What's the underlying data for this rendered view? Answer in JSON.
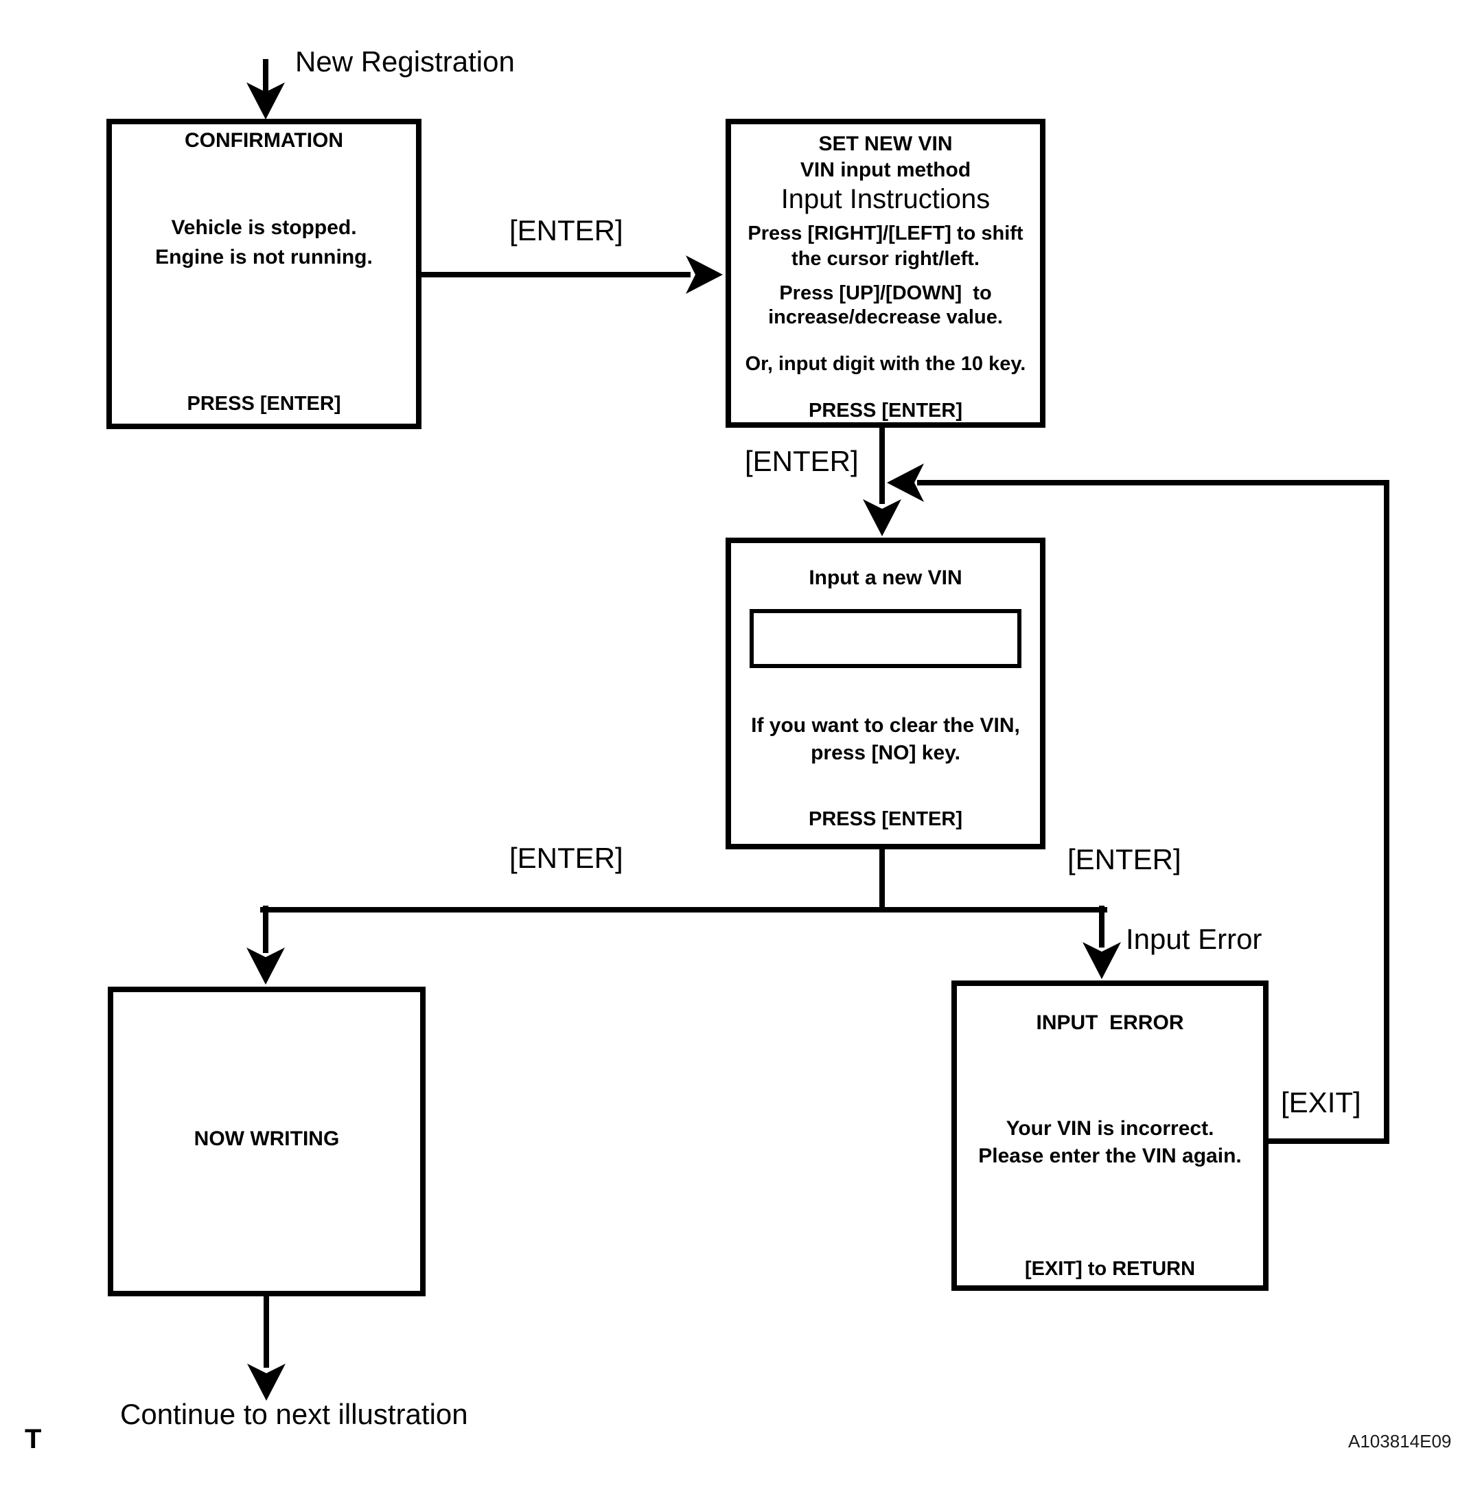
{
  "page": {
    "background": "#ffffff",
    "line_color": "#000000",
    "corner_letter": "T",
    "figure_code": "A103814E09"
  },
  "labels": {
    "new_registration": "New Registration",
    "enter_top": "[ENTER]",
    "enter_mid": "[ENTER]",
    "enter_branch_left": "[ENTER]",
    "enter_branch_right": "[ENTER]",
    "input_error": "Input Error",
    "exit": "[EXIT]",
    "continue": "Continue to next illustration"
  },
  "boxes": {
    "confirmation": {
      "title": "CONFIRMATION",
      "line1": "Vehicle is stopped.",
      "line2": "Engine is not running.",
      "footer": "PRESS [ENTER]"
    },
    "set_new_vin": {
      "line1": "SET NEW VIN",
      "line2": "VIN input method",
      "line3": "Input Instructions",
      "line4": "Press [RIGHT]/[LEFT] to shift",
      "line5": "the cursor right/left.",
      "line6": "Press [UP]/[DOWN]  to",
      "line7": "increase/decrease value.",
      "line8": "Or, input digit with the 10 key.",
      "footer": "PRESS [ENTER]"
    },
    "input_new_vin": {
      "title": "Input a new VIN",
      "vin_field_value": "",
      "note1": "If you want to clear the VIN,",
      "note2": "press [NO] key.",
      "footer": "PRESS [ENTER]"
    },
    "now_writing": {
      "title": "NOW WRITING"
    },
    "input_error": {
      "title": "INPUT  ERROR",
      "line1": "Your VIN is incorrect.",
      "line2": "Please enter the VIN again.",
      "footer": "[EXIT] to RETURN"
    }
  }
}
